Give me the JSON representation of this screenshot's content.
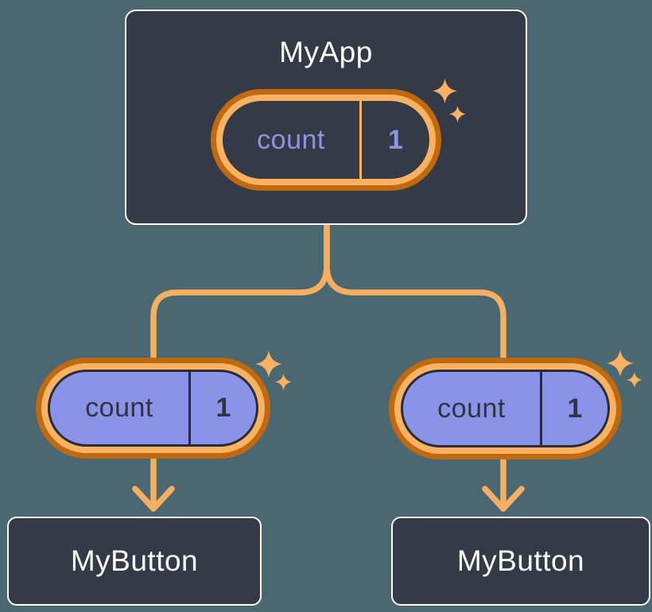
{
  "diagram": {
    "root": {
      "title": "MyApp",
      "state": {
        "key": "count",
        "value": "1"
      }
    },
    "children": [
      {
        "title": "MyButton",
        "state": {
          "key": "count",
          "value": "1"
        }
      },
      {
        "title": "MyButton",
        "state": {
          "key": "count",
          "value": "1"
        }
      }
    ],
    "icons": {
      "sparkle": "sparkle-icon",
      "arrow": "arrow-down-icon"
    }
  },
  "colors": {
    "background": "#4B6771",
    "node_fill": "#343A46",
    "node_border": "#FCFCFC",
    "ring_outer": "#C1690F",
    "ring_inner": "#F9B262",
    "connector": "#F4AF60",
    "state_fill": "#8B93E8",
    "state_text_light": "#8C95E2",
    "state_text_dark": "#2E3440",
    "outline_dark": "#272C37",
    "text_light": "#FFFFFF"
  }
}
